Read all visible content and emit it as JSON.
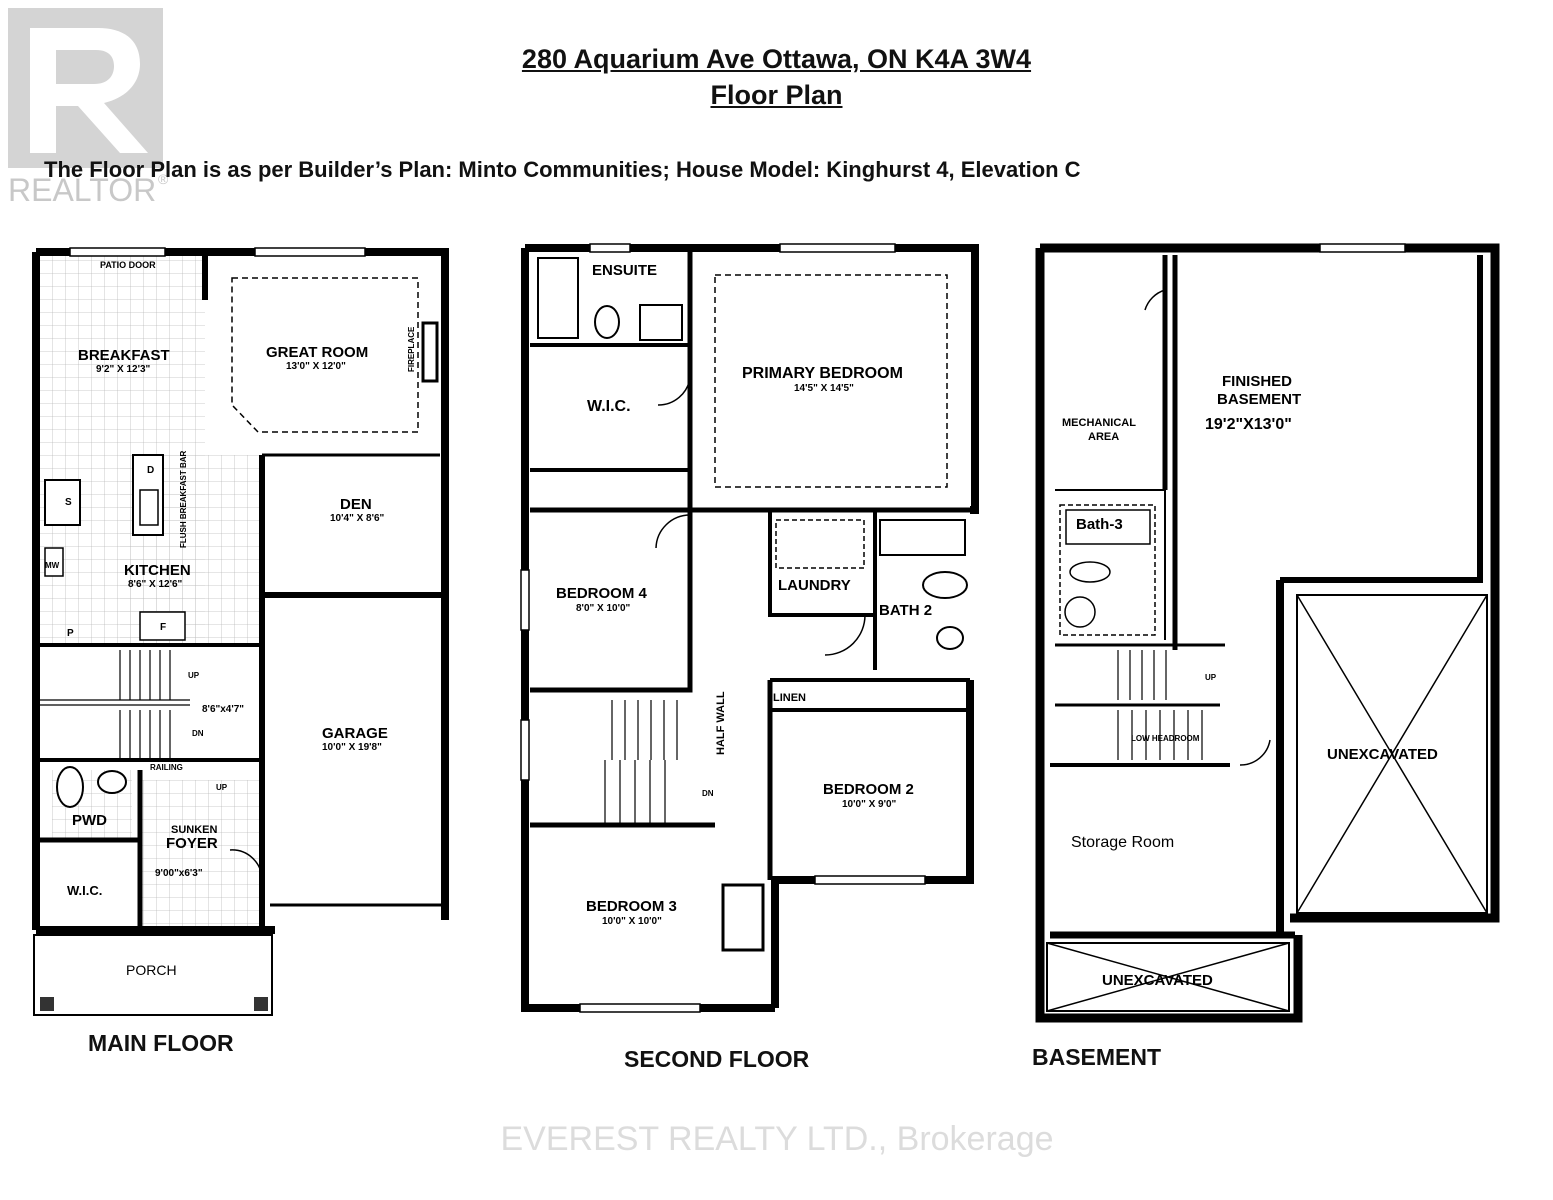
{
  "header": {
    "address": "280 Aquarium Ave Ottawa, ON K4A 3W4",
    "title": "Floor Plan",
    "subtitle": "The Floor Plan is as per Builder’s Plan: Minto Communities; House Model: Kinghurst 4, Elevation C"
  },
  "logo": {
    "text": "REALTOR",
    "mark": "®"
  },
  "watermark": "EVEREST REALTY LTD., Brokerage",
  "floors": {
    "main": {
      "label": "MAIN FLOOR",
      "rooms": {
        "patio_door": "PATIO DOOR",
        "breakfast": "BREAKFAST",
        "breakfast_size": "9'2\" X 12'3\"",
        "great_room": "GREAT ROOM",
        "great_room_size": "13'0\" X 12'0\"",
        "fireplace": "FIREPLACE",
        "flush_bar": "FLUSH BREAKFAST BAR",
        "d": "D",
        "s": "S",
        "mw": "MW",
        "p": "P",
        "f": "F",
        "kitchen": "KITCHEN",
        "kitchen_size": "8'6\" X 12'6\"",
        "den": "DEN",
        "den_size": "10'4\" X 8'6\"",
        "stair_size": "8'6\"x4'7\"",
        "up": "UP",
        "dn": "DN",
        "railing": "RAILING",
        "garage": "GARAGE",
        "garage_size": "10'0\" X 19'8\"",
        "pwd": "PWD",
        "sunken": "SUNKEN",
        "foyer": "FOYER",
        "foyer_size": "9'00\"x6'3\"",
        "wic": "W.I.C.",
        "porch": "PORCH"
      }
    },
    "second": {
      "label": "SECOND FLOOR",
      "rooms": {
        "ensuite": "ENSUITE",
        "primary": "PRIMARY BEDROOM",
        "primary_size": "14'5\" X 14'5\"",
        "wic": "W.I.C.",
        "bedroom4": "BEDROOM 4",
        "bedroom4_size": "8'0\" X 10'0\"",
        "laundry": "LAUNDRY",
        "bath2": "BATH 2",
        "linen": "LINEN",
        "half_wall": "HALF WALL",
        "dn": "DN",
        "bedroom2": "BEDROOM 2",
        "bedroom2_size": "10'0\" X 9'0\"",
        "bedroom3": "BEDROOM 3",
        "bedroom3_size": "10'0\" X 10'0\""
      }
    },
    "basement": {
      "label": "BASEMENT",
      "rooms": {
        "mechanical1": "MECHANICAL",
        "mechanical2": "AREA",
        "finished1": "FINISHED",
        "finished2": "BASEMENT",
        "finished_size": "19'2\"X13'0\"",
        "bath3": "Bath-3",
        "up": "UP",
        "low_headroom": "LOW HEADROOM",
        "unexcavated": "UNEXCAVATED",
        "storage": "Storage Room",
        "unexcavated2": "UNEXCAVATED"
      }
    }
  }
}
